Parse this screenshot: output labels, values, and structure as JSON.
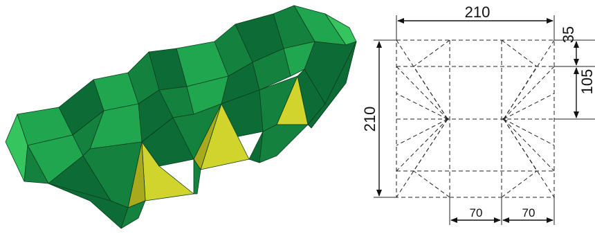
{
  "figure": {
    "colors": {
      "green_dark": "#0d6b35",
      "green_mid": "#14823f",
      "green_light": "#1fa64e",
      "green_bright": "#35c45e",
      "yellow": "#d2d42e",
      "yellow_dark": "#a9a91e",
      "outline": "#0a3d1e",
      "drawing": "#222222"
    },
    "dimensions": {
      "top_width": "210",
      "left_height": "210",
      "right_top": "35",
      "right_middle": "105",
      "bottom_left": "70",
      "bottom_right": "70"
    }
  }
}
